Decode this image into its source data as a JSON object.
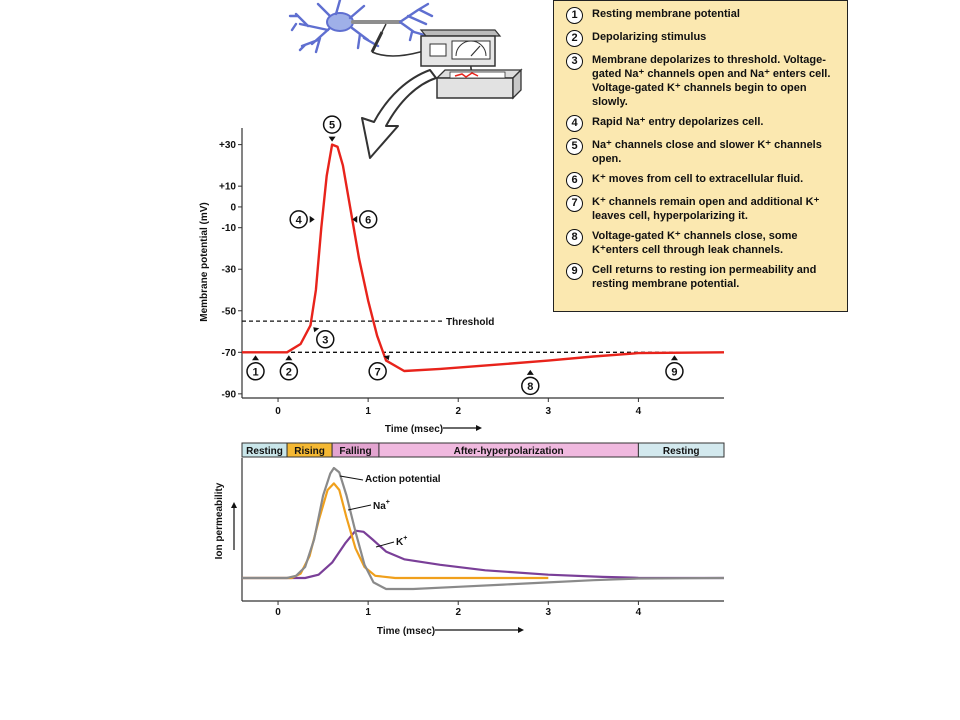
{
  "top_chart": {
    "chart_data": {
      "type": "line",
      "xlabel": "Time (msec)",
      "ylabel": "Membrane potential (mV)",
      "xlim": [
        -0.4,
        4.95
      ],
      "ylim": [
        -92,
        38
      ],
      "x_ticks": [
        0,
        1,
        2,
        3,
        4
      ],
      "y_ticks": [
        30,
        10,
        0,
        -10,
        -30,
        -50,
        -70,
        -90
      ],
      "y_tick_labels": [
        "+30",
        "+10",
        "0",
        "-10",
        "-30",
        "-50",
        "-70",
        "-90"
      ],
      "threshold": -55,
      "threshold_label": "Threshold",
      "resting": -70,
      "series": [
        {
          "color": "#e8231b",
          "points": [
            [
              -0.4,
              -70
            ],
            [
              0.1,
              -70
            ],
            [
              0.25,
              -66
            ],
            [
              0.36,
              -57
            ],
            [
              0.42,
              -40
            ],
            [
              0.48,
              -10
            ],
            [
              0.54,
              15
            ],
            [
              0.6,
              30
            ],
            [
              0.66,
              29
            ],
            [
              0.72,
              20
            ],
            [
              0.8,
              0
            ],
            [
              0.9,
              -25
            ],
            [
              1.0,
              -45
            ],
            [
              1.1,
              -62
            ],
            [
              1.2,
              -74
            ],
            [
              1.4,
              -79
            ],
            [
              1.8,
              -78
            ],
            [
              2.4,
              -76
            ],
            [
              3.0,
              -74
            ],
            [
              3.5,
              -72
            ],
            [
              4.0,
              -70.4
            ],
            [
              4.95,
              -70
            ]
          ]
        }
      ],
      "markers": [
        {
          "num": "1",
          "x": -0.25,
          "y": -70,
          "side": "below"
        },
        {
          "num": "2",
          "x": 0.12,
          "y": -70,
          "side": "below"
        },
        {
          "num": "3",
          "x": 0.38,
          "y": -57,
          "side": "below-right"
        },
        {
          "num": "4",
          "x": 0.44,
          "y": -6,
          "side": "left"
        },
        {
          "num": "5",
          "x": 0.6,
          "y": 30,
          "side": "above"
        },
        {
          "num": "6",
          "x": 0.79,
          "y": -6,
          "side": "right"
        },
        {
          "num": "7",
          "x": 1.25,
          "y": -70,
          "side": "below-left"
        },
        {
          "num": "8",
          "x": 2.8,
          "y": -77,
          "side": "below"
        },
        {
          "num": "9",
          "x": 4.4,
          "y": -70,
          "side": "below"
        }
      ]
    }
  },
  "bottom_chart": {
    "chart_data": {
      "type": "line",
      "xlabel": "Time (msec)",
      "ylabel": "Ion permeability",
      "xlim": [
        -0.4,
        4.95
      ],
      "x_ticks": [
        0,
        1,
        2,
        3,
        4
      ],
      "phases": [
        {
          "label": "Resting",
          "start": -0.4,
          "end": 0.1,
          "color": "#c9e6ea"
        },
        {
          "label": "Rising",
          "start": 0.1,
          "end": 0.6,
          "color": "#f4b833"
        },
        {
          "label": "Falling",
          "start": 0.6,
          "end": 1.12,
          "color": "#e3a4d0"
        },
        {
          "label": "After-hyperpolarization",
          "start": 1.12,
          "end": 4.0,
          "color": "#f0b9df"
        },
        {
          "label": "Resting",
          "start": 4.0,
          "end": 4.95,
          "color": "#d3e9ee"
        }
      ],
      "series": [
        {
          "name": "Action potential",
          "color": "#8a8a8a",
          "points": [
            [
              -0.4,
              0
            ],
            [
              0.1,
              0
            ],
            [
              0.2,
              0.02
            ],
            [
              0.3,
              0.1
            ],
            [
              0.4,
              0.35
            ],
            [
              0.5,
              0.75
            ],
            [
              0.58,
              0.95
            ],
            [
              0.62,
              1.0
            ],
            [
              0.68,
              0.96
            ],
            [
              0.76,
              0.75
            ],
            [
              0.86,
              0.42
            ],
            [
              0.96,
              0.12
            ],
            [
              1.06,
              -0.04
            ],
            [
              1.2,
              -0.1
            ],
            [
              1.5,
              -0.1
            ],
            [
              2.0,
              -0.08
            ],
            [
              2.5,
              -0.06
            ],
            [
              3.0,
              -0.04
            ],
            [
              3.5,
              -0.02
            ],
            [
              4.0,
              -0.005
            ],
            [
              4.95,
              0
            ]
          ]
        },
        {
          "name": "Na+",
          "color": "#f0a01c",
          "points": [
            [
              -0.4,
              0
            ],
            [
              0.15,
              0
            ],
            [
              0.25,
              0.04
            ],
            [
              0.35,
              0.2
            ],
            [
              0.45,
              0.52
            ],
            [
              0.55,
              0.8
            ],
            [
              0.62,
              0.86
            ],
            [
              0.68,
              0.8
            ],
            [
              0.76,
              0.55
            ],
            [
              0.86,
              0.27
            ],
            [
              0.96,
              0.1
            ],
            [
              1.08,
              0.02
            ],
            [
              1.3,
              0
            ],
            [
              3.0,
              0
            ]
          ]
        },
        {
          "name": "K+",
          "color": "#7a3f98",
          "points": [
            [
              -0.4,
              0
            ],
            [
              0.3,
              0
            ],
            [
              0.45,
              0.03
            ],
            [
              0.6,
              0.14
            ],
            [
              0.75,
              0.32
            ],
            [
              0.86,
              0.43
            ],
            [
              0.95,
              0.42
            ],
            [
              1.05,
              0.35
            ],
            [
              1.2,
              0.24
            ],
            [
              1.4,
              0.17
            ],
            [
              1.8,
              0.12
            ],
            [
              2.3,
              0.07
            ],
            [
              3.0,
              0.03
            ],
            [
              3.6,
              0.01
            ],
            [
              4.0,
              0.002
            ],
            [
              4.95,
              0
            ]
          ]
        }
      ],
      "label_texts": [
        "Action potential",
        "Na",
        "K"
      ],
      "superscript": "+"
    }
  },
  "legend": {
    "items": [
      {
        "num": "1",
        "text": "Resting membrane potential"
      },
      {
        "num": "2",
        "text": "Depolarizing stimulus"
      },
      {
        "num": "3",
        "text": "Membrane depolarizes to threshold. Voltage-gated Na⁺ channels open and Na⁺ enters cell. Voltage-gated K⁺ channels begin to open slowly."
      },
      {
        "num": "4",
        "text": "Rapid Na⁺ entry depolarizes cell."
      },
      {
        "num": "5",
        "text": "Na⁺ channels close and slower K⁺ channels open."
      },
      {
        "num": "6",
        "text": "K⁺ moves from cell to extracellular fluid."
      },
      {
        "num": "7",
        "text": "K⁺ channels remain open and additional K⁺ leaves cell, hyperpolarizing it."
      },
      {
        "num": "8",
        "text": "Voltage-gated K⁺ channels close, some K⁺enters cell through leak channels."
      },
      {
        "num": "9",
        "text": "Cell returns to resting ion permeability and resting membrane potential."
      }
    ]
  },
  "colors": {
    "ap_line": "#e8231b",
    "legend_bg": "#fbe8b0",
    "neuron": "#5f6fd0"
  }
}
